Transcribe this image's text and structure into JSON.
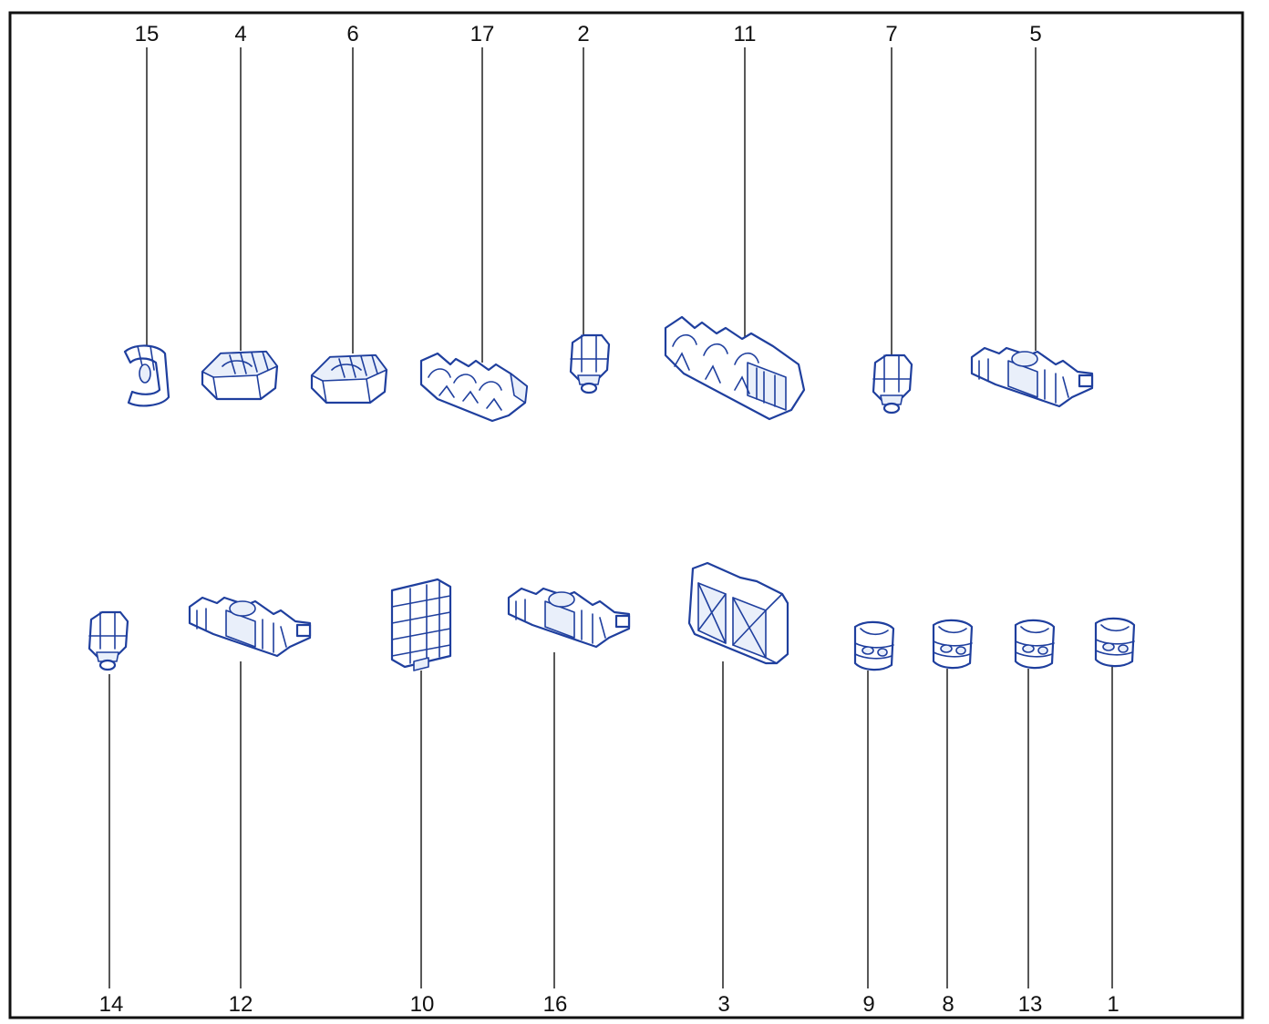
{
  "diagram": {
    "frame_color": "#111111",
    "part_color": "#1f3f9e",
    "top_row": [
      {
        "label": "15",
        "part": "spring-clip"
      },
      {
        "label": "4",
        "part": "cable-clip"
      },
      {
        "label": "6",
        "part": "cable-clip"
      },
      {
        "label": "17",
        "part": "triple-pipe-clip"
      },
      {
        "label": "2",
        "part": "push-clip"
      },
      {
        "label": "11",
        "part": "quad-pipe-clip"
      },
      {
        "label": "7",
        "part": "push-clip"
      },
      {
        "label": "5",
        "part": "pipe-clip-with-bracket"
      }
    ],
    "bottom_row": [
      {
        "label": "14",
        "part": "push-clip"
      },
      {
        "label": "12",
        "part": "pipe-clip-with-bracket"
      },
      {
        "label": "10",
        "part": "stacked-clip"
      },
      {
        "label": "16",
        "part": "pipe-clip-with-bracket"
      },
      {
        "label": "3",
        "part": "large-pipe-clip"
      },
      {
        "label": "9",
        "part": "ring-clip"
      },
      {
        "label": "8",
        "part": "ring-clip"
      },
      {
        "label": "13",
        "part": "ring-clip"
      },
      {
        "label": "1",
        "part": "ring-clip"
      }
    ]
  }
}
